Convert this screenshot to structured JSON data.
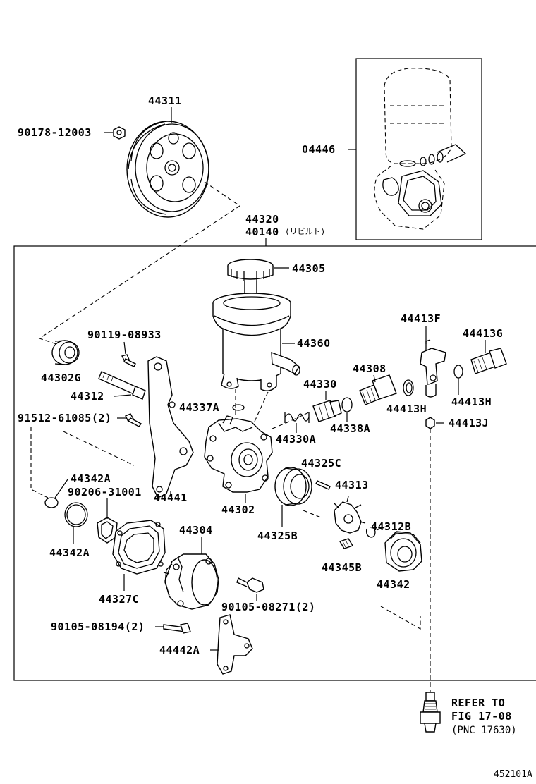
{
  "diagram": {
    "assembly_label_1": "44320",
    "assembly_label_2": "40140",
    "assembly_note": "(リビルト)",
    "figure_id": "452101A",
    "refer": {
      "line1": "REFER TO",
      "line2": "FIG 17-08",
      "line3": "(PNC 17630)"
    },
    "parts": {
      "p44311": "44311",
      "p90178": "90178-12003",
      "p04446": "04446",
      "p44305": "44305",
      "p44360": "44360",
      "p90119": "90119-08933",
      "p44302G": "44302G",
      "p44312": "44312",
      "p91512": "91512-61085(2)",
      "p44337A": "44337A",
      "p44330": "44330",
      "p44330A": "44330A",
      "p44308": "44308",
      "p44338A": "44338A",
      "p44413F": "44413F",
      "p44413G": "44413G",
      "p44413H_1": "44413H",
      "p44413H_2": "44413H",
      "p44413J": "44413J",
      "p44342A_1": "44342A",
      "p44342A_2": "44342A",
      "p90206": "90206-31001",
      "p44441": "44441",
      "p44302": "44302",
      "p44325C": "44325C",
      "p44313": "44313",
      "p44325B": "44325B",
      "p44312B": "44312B",
      "p44304": "44304",
      "p44345B": "44345B",
      "p44342": "44342",
      "p44327C": "44327C",
      "p90105a": "90105-08271(2)",
      "p90105b": "90105-08194(2)",
      "p44442A": "44442A"
    }
  }
}
